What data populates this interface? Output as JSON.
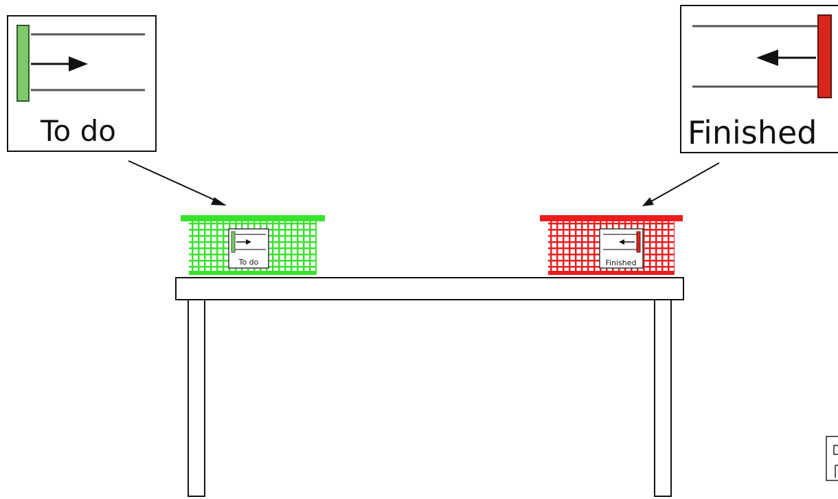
{
  "todo_card": {
    "label": "To do",
    "color": "#7ec96a"
  },
  "finished_card": {
    "label": "Finished",
    "color": "#d9251c"
  },
  "todo_basket": {
    "color": "#38e32b",
    "label": "To do"
  },
  "finished_basket": {
    "color": "#ee1c1c",
    "label": "Finished"
  }
}
